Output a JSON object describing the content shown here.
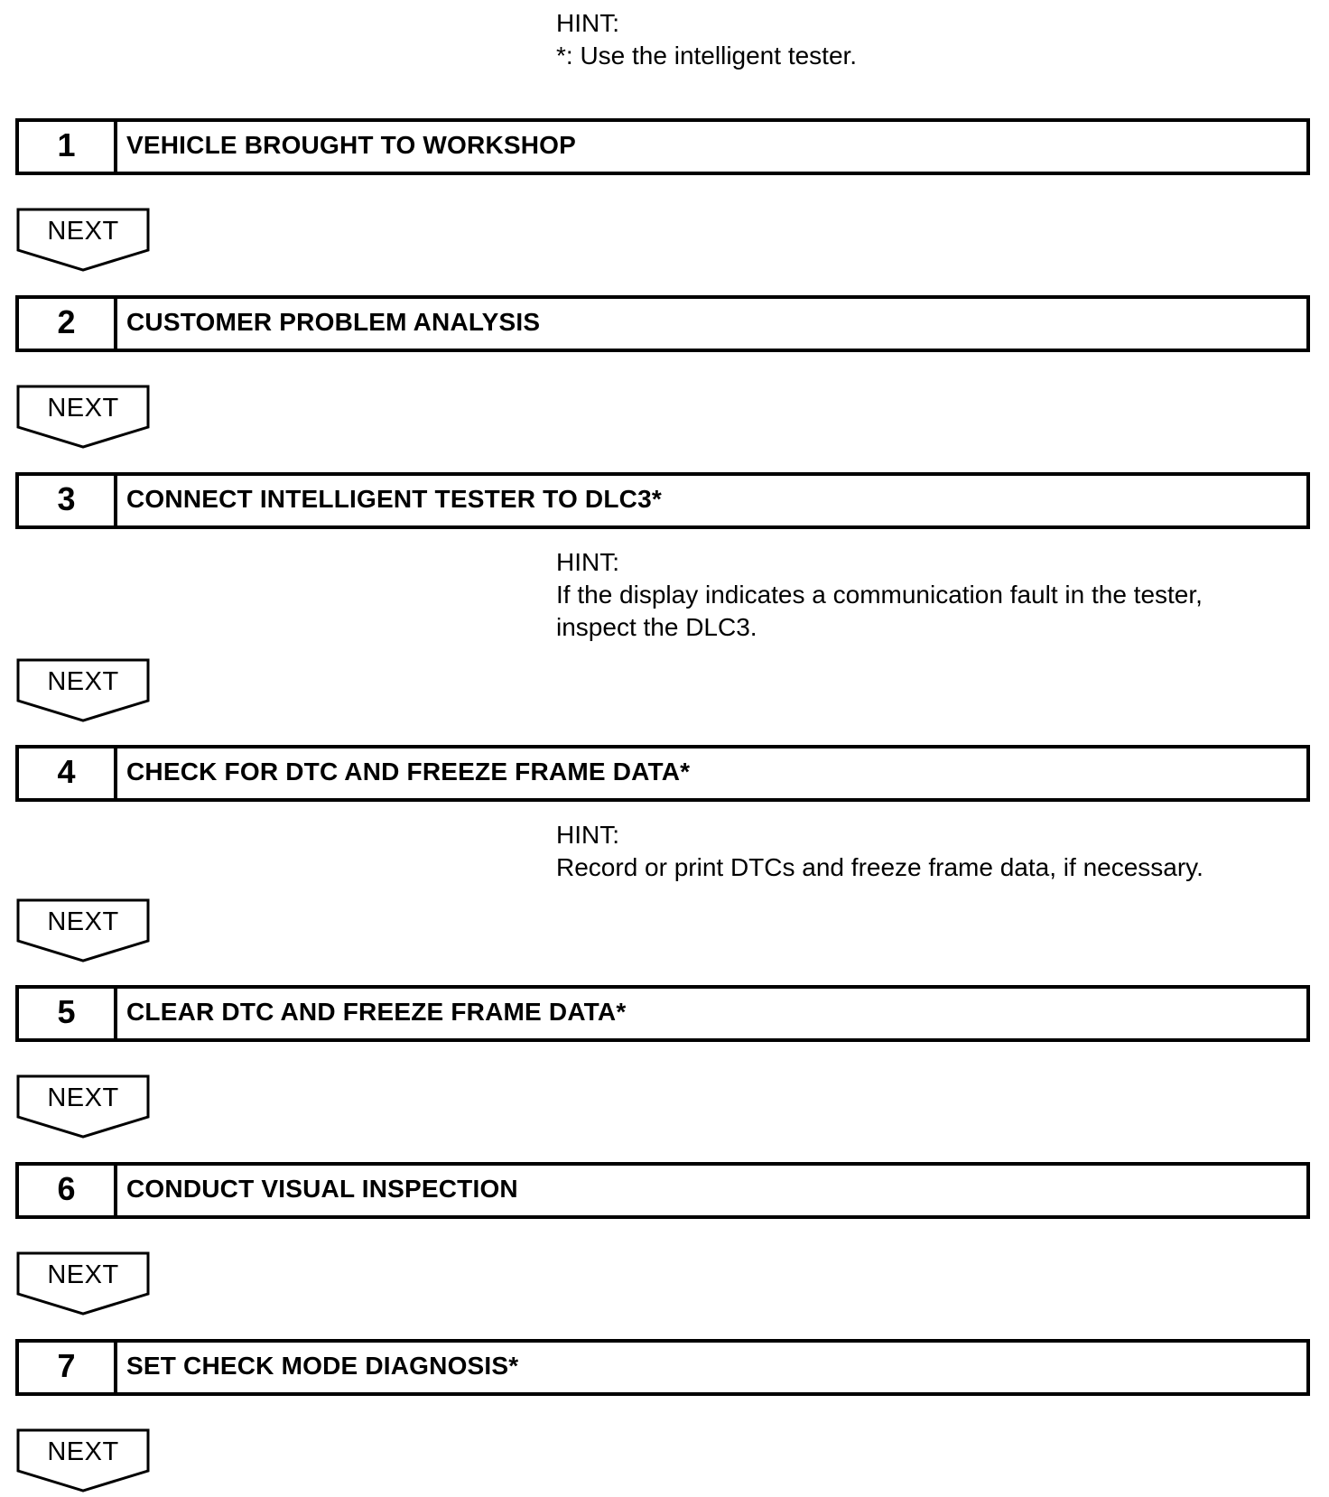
{
  "hints": [
    {
      "title": "HINT:",
      "lines": [
        "*: Use the intelligent tester."
      ]
    },
    {
      "title": "HINT:",
      "lines": [
        "If the display indicates a communication fault in the tester,",
        "inspect the DLC3."
      ]
    },
    {
      "title": "HINT:",
      "lines": [
        "Record or print DTCs and freeze frame data, if necessary."
      ]
    }
  ],
  "steps": [
    {
      "num": "1",
      "title": "VEHICLE BROUGHT TO WORKSHOP"
    },
    {
      "num": "2",
      "title": "CUSTOMER PROBLEM ANALYSIS"
    },
    {
      "num": "3",
      "title": "CONNECT INTELLIGENT TESTER TO DLC3*"
    },
    {
      "num": "4",
      "title": "CHECK FOR DTC AND FREEZE FRAME DATA*"
    },
    {
      "num": "5",
      "title": "CLEAR DTC AND FREEZE FRAME DATA*"
    },
    {
      "num": "6",
      "title": "CONDUCT VISUAL INSPECTION"
    },
    {
      "num": "7",
      "title": "SET CHECK MODE DIAGNOSIS*"
    }
  ],
  "next_label": "NEXT"
}
